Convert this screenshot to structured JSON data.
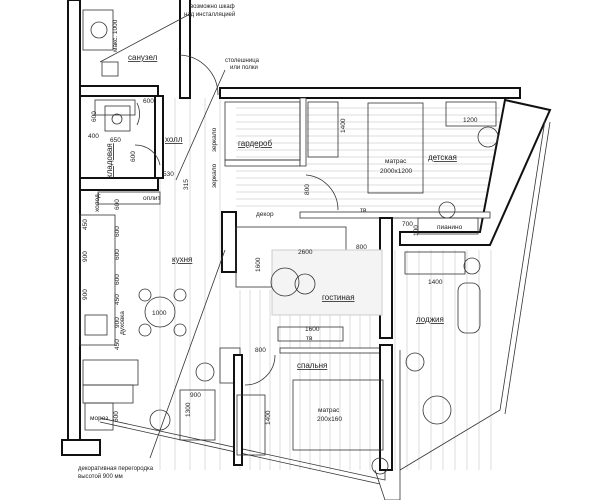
{
  "notes": {
    "cabinet_over_installation": [
      "возможно шкаф",
      "над инсталляцией"
    ],
    "countertop_or_shelves": [
      "столешница",
      "или полки"
    ],
    "decorative_partition": [
      "декоративная перегородка",
      "высотой 900 мм"
    ]
  },
  "rooms": {
    "bathroom": "санузел",
    "hall": "холл",
    "wardrobe": "гардероб",
    "storage": "кладовая",
    "kids_room": "детская",
    "kitchen": "кухня",
    "living_room": "гостиная",
    "loggia": "лоджия",
    "bedroom": "спальня"
  },
  "labels": {
    "mirror_1": "зеркало",
    "mirror_2": "зеркало",
    "mattress_kids": "матрас",
    "mattress_kids_size": "2000x1200",
    "mattress_bed": "матрас",
    "mattress_bed_size": "200x160",
    "piano": "пианино",
    "decor": "декор",
    "tv_1": "тв",
    "tv_2": "тв",
    "fridge": "мороз.",
    "oven": "духовка",
    "fridge_small": "холод.",
    "slab": "оплит",
    "max_width": "макс. 1000"
  },
  "dimensions": {
    "hall_600": "600",
    "storage_600": "600",
    "storage_400": "400",
    "storage_650": "650",
    "storage_600b": "600",
    "hall_530": "530",
    "hall_315": "315",
    "kids_door_800": "800",
    "kids_wardrobe_1400": "1400",
    "desk_1200": "1200",
    "piano_700": "700",
    "piano_100": "100",
    "living_800": "800",
    "sofa_2600": "2600",
    "sofa_1600": "1600",
    "tv_1600": "1600",
    "loggia_1400": "1400",
    "bedroom_door_800": "800",
    "bedroom_wardrobe_1400": "1400",
    "table_900": "900",
    "table_1300": "1300",
    "kitchen_table_1000": "1000",
    "fridge_600": "600",
    "kitchen_dims_left": [
      "450",
      "900",
      "900"
    ],
    "kitchen_dims_right": [
      "600",
      "600",
      "600",
      "600",
      "450",
      "900",
      "450"
    ]
  }
}
